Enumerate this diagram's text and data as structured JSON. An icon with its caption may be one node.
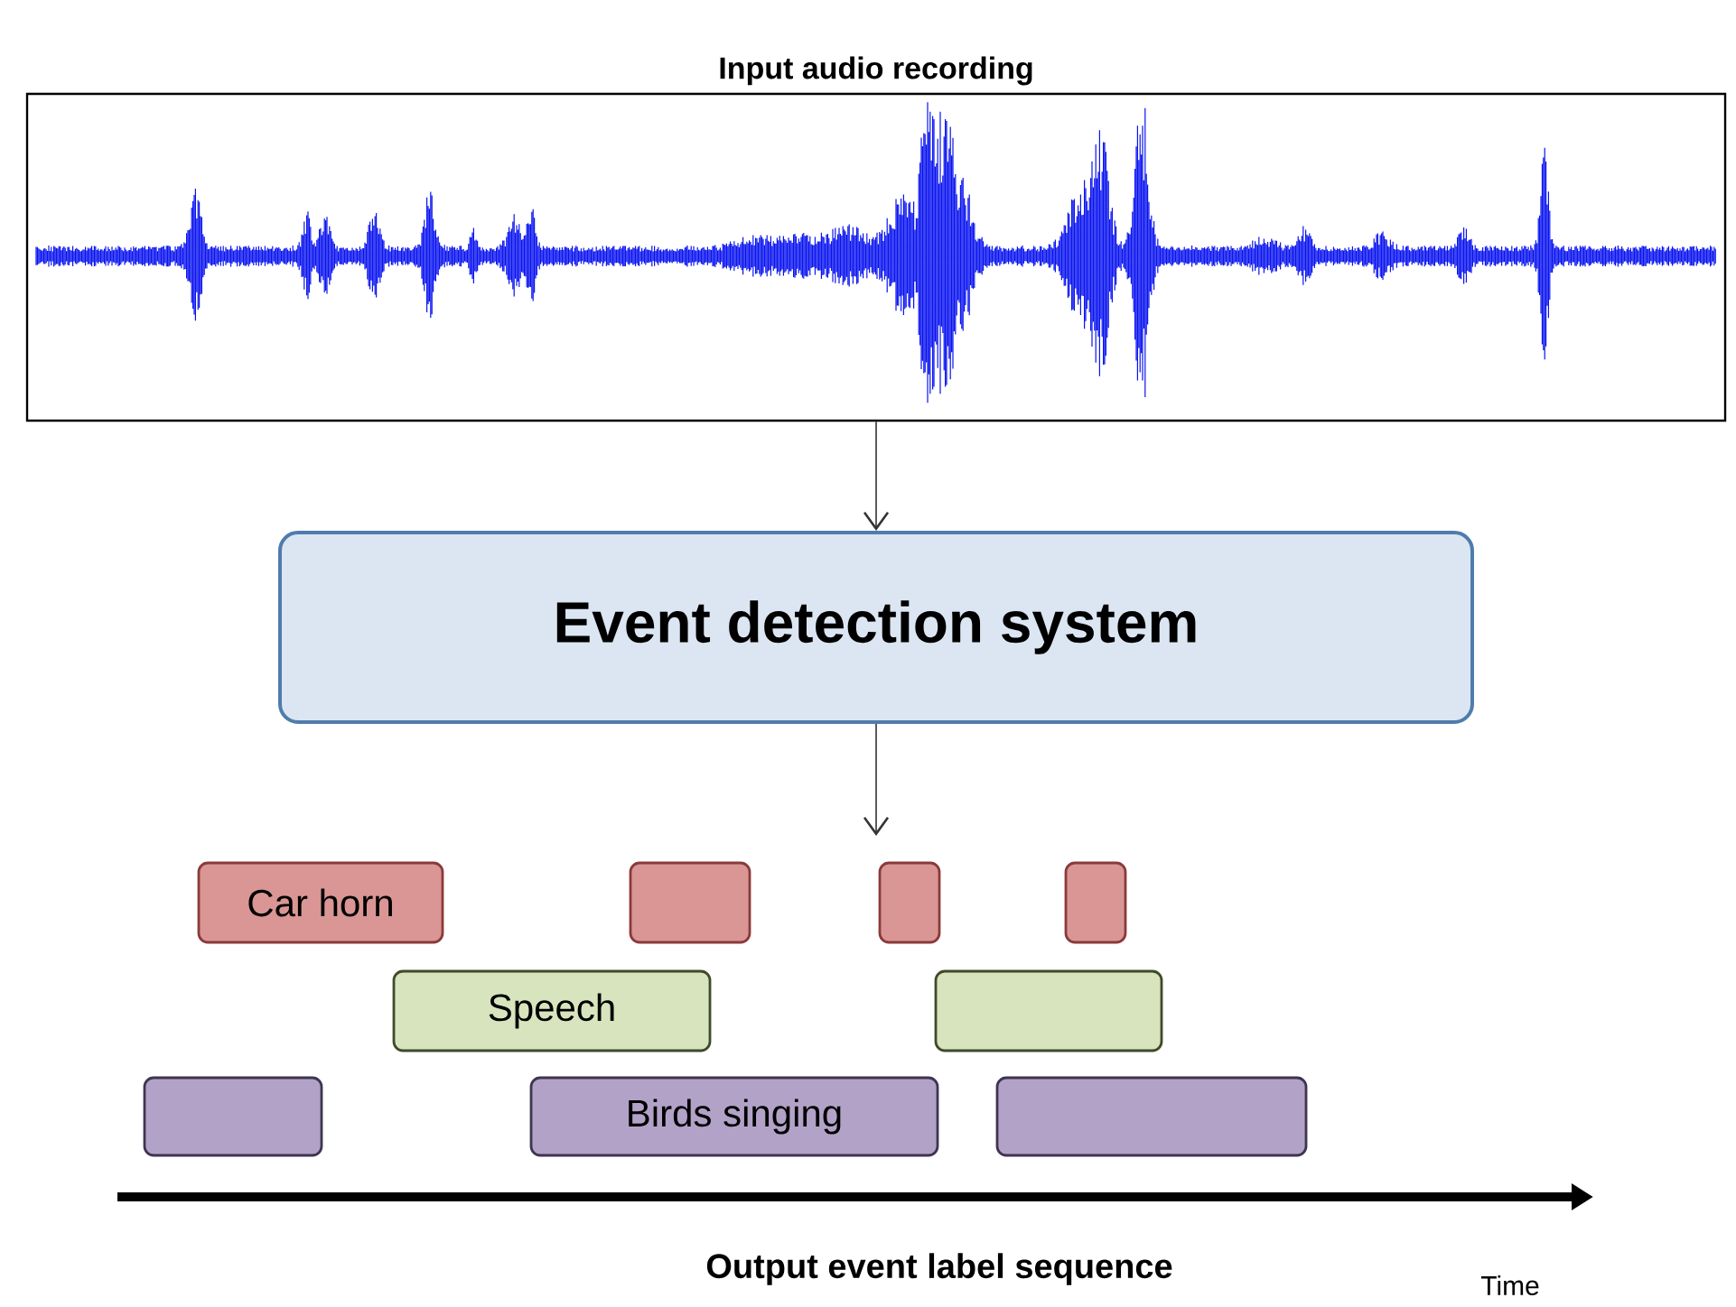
{
  "diagram": {
    "nodes": [
      {
        "text": [
          "Input audio recording"
        ]
      },
      {
        "text": [
          "Event detection system"
        ]
      },
      {
        "text": [
          "Car horn"
        ]
      },
      {
        "text": [],
        "shape": "box"
      },
      {
        "text": [],
        "shape": "box"
      },
      {
        "text": [],
        "shape": "box"
      },
      {
        "text": [
          "Speech"
        ]
      },
      {
        "text": [],
        "shape": "box"
      },
      {
        "text": [],
        "shape": "box"
      },
      {
        "text": [
          "Birds singing"
        ]
      },
      {
        "text": [],
        "shape": "box"
      }
    ],
    "edges": [
      {
        "from": 0,
        "to": 1,
        "arrow": "to"
      },
      {
        "from": 1,
        "to": null,
        "arrow": "to"
      }
    ],
    "labels": [
      "Output event label sequence",
      "Time"
    ]
  }
}
